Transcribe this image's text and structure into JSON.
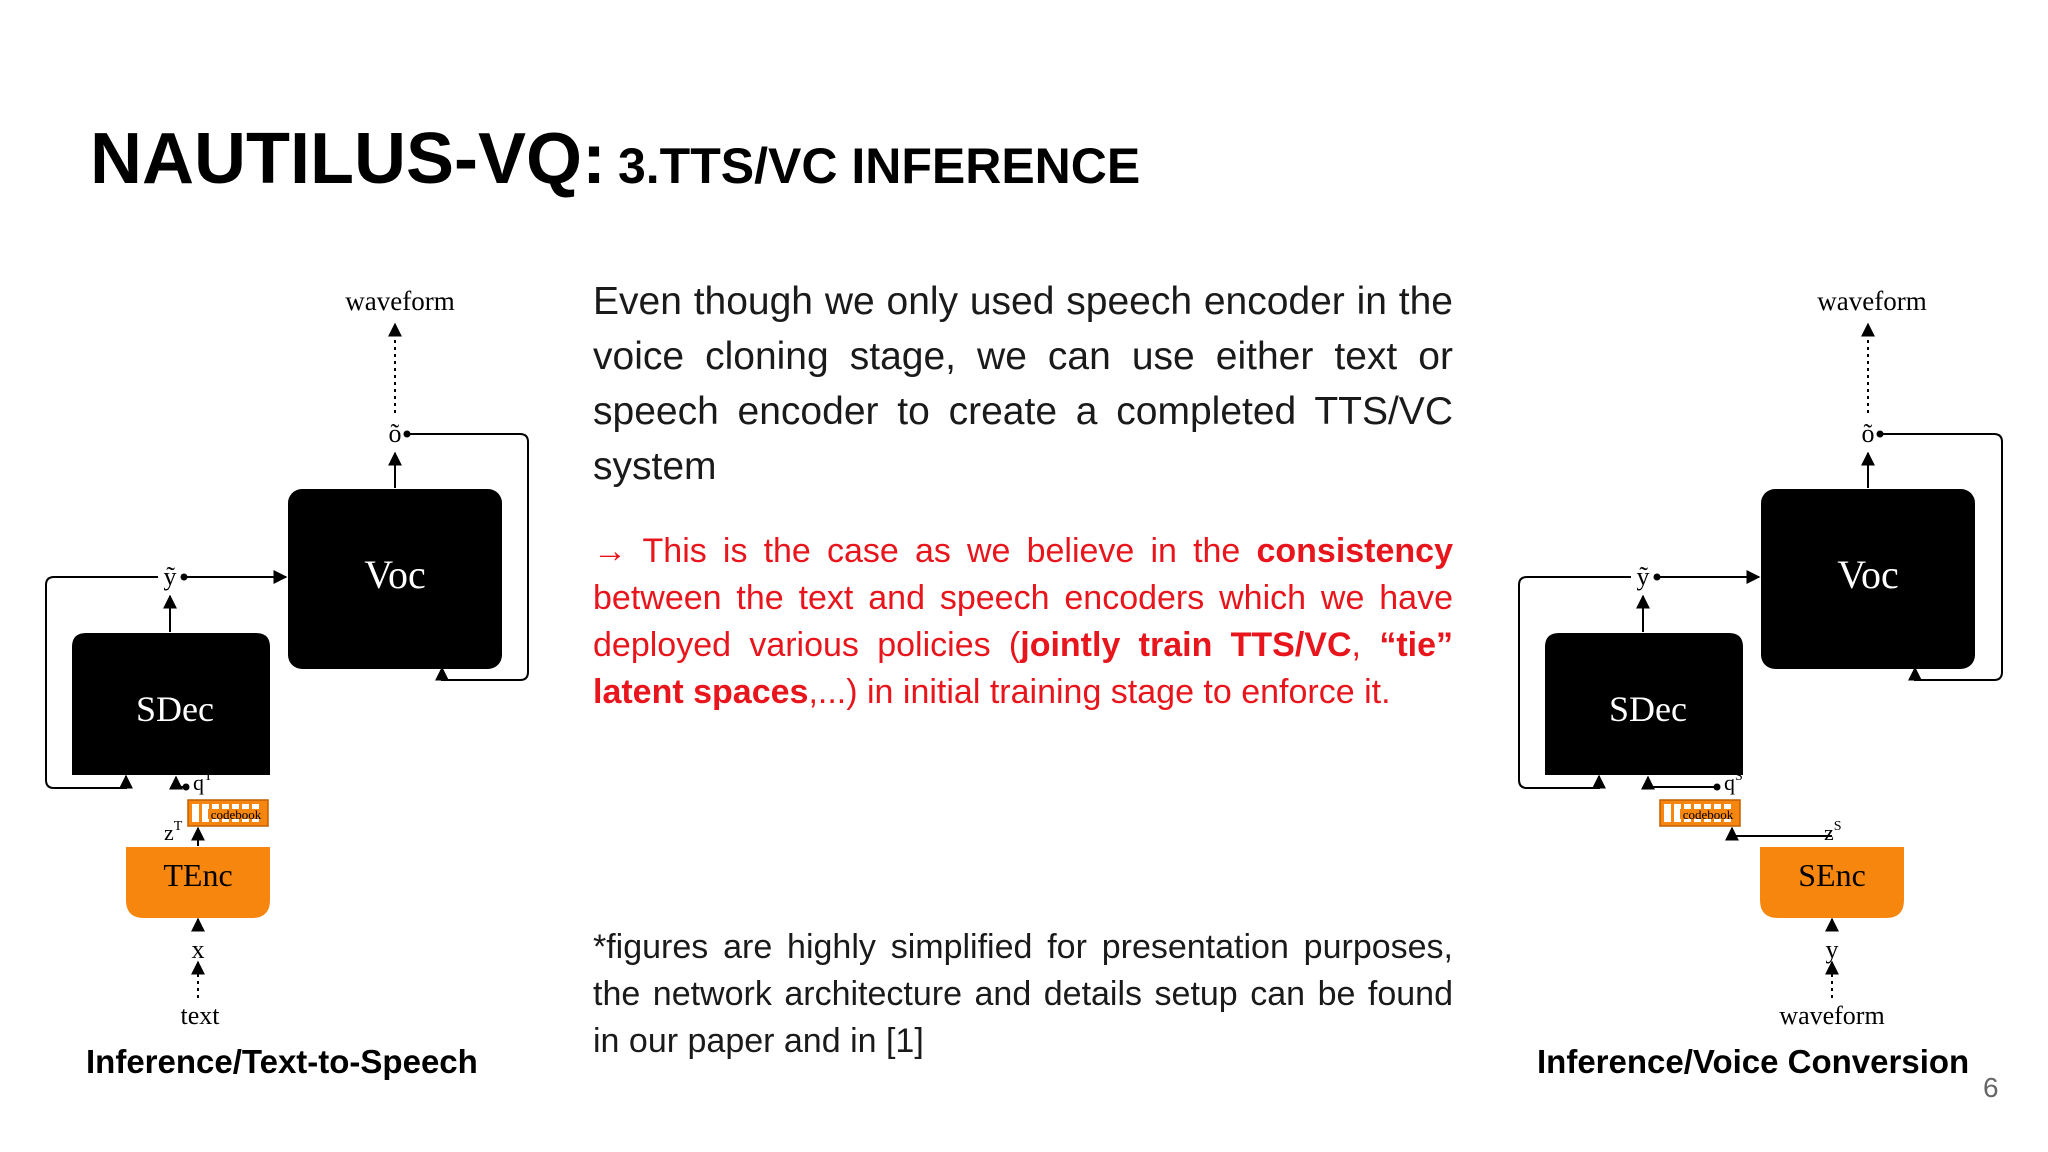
{
  "slide": {
    "title_main": "NAUTILUS-VQ:",
    "title_sub": "3.TTS/VC INFERENCE",
    "page_number": "6"
  },
  "text": {
    "para1": "Even though we only used speech encoder in the voice cloning stage, we can use either text or speech encoder to create a completed TTS/VC system",
    "para2": {
      "arrow": "→",
      "t1": " This is the case as we believe in the ",
      "b1": "consistency",
      "t2": " between the text and speech encoders which we have deployed various policies (",
      "b2": "jointly train TTS/VC",
      "t3": ", ",
      "b3": "“tie” latent spaces",
      "t4": ",...) in initial training stage to enforce it."
    },
    "para3": "*figures are highly simplified for presentation purposes, the network architecture and details setup can be found in our paper and in [1]"
  },
  "colors": {
    "accent_red": "#e8161c",
    "encoder_orange": "#f7860f",
    "block_black": "#000000"
  },
  "tts_diagram": {
    "caption": "Inference/Text-to-Speech",
    "output_label": "waveform",
    "output_symbol": "õ",
    "voc_label": "Voc",
    "y_symbol": "ỹ",
    "sdec_label": "SDec",
    "q_label": "q",
    "q_sup": "T",
    "codebook_label": "codebook",
    "z_label": "z",
    "z_sup": "T",
    "encoder_label": "TEnc",
    "input_symbol": "x",
    "input_label": "text"
  },
  "vc_diagram": {
    "caption": "Inference/Voice Conversion",
    "output_label": "waveform",
    "output_symbol": "õ",
    "voc_label": "Voc",
    "y_symbol": "ỹ",
    "sdec_label": "SDec",
    "q_label": "q",
    "q_sup": "S",
    "codebook_label": "codebook",
    "z_label": "z",
    "z_sup": "S",
    "encoder_label": "SEnc",
    "input_symbol": "y",
    "input_label": "waveform"
  }
}
